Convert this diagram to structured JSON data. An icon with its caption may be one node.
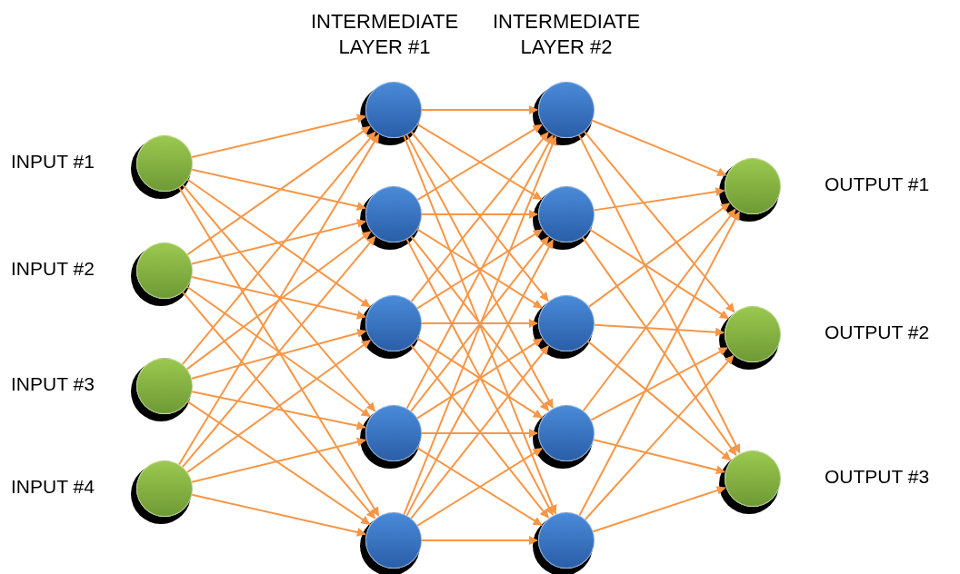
{
  "diagram": {
    "nodes": [
      {
        "text": [],
        "shape": "circle",
        "beside": [
          "INPUT #1"
        ]
      },
      {
        "text": [],
        "shape": "circle",
        "beside": [
          "INPUT #2"
        ]
      },
      {
        "text": [],
        "shape": "circle",
        "beside": [
          "INPUT #3"
        ]
      },
      {
        "text": [],
        "shape": "circle",
        "beside": [
          "INPUT #4"
        ]
      },
      {
        "text": [],
        "shape": "circle"
      },
      {
        "text": [],
        "shape": "circle"
      },
      {
        "text": [],
        "shape": "circle"
      },
      {
        "text": [],
        "shape": "circle"
      },
      {
        "text": [],
        "shape": "circle"
      },
      {
        "text": [],
        "shape": "circle"
      },
      {
        "text": [],
        "shape": "circle"
      },
      {
        "text": [],
        "shape": "circle"
      },
      {
        "text": [],
        "shape": "circle"
      },
      {
        "text": [],
        "shape": "circle"
      },
      {
        "text": [],
        "shape": "circle",
        "beside": [
          "OUTPUT #1"
        ]
      },
      {
        "text": [],
        "shape": "circle",
        "beside": [
          "OUTPUT #2"
        ]
      },
      {
        "text": [],
        "shape": "circle",
        "beside": [
          "OUTPUT #3"
        ]
      }
    ],
    "edges": [
      {
        "from": 0,
        "to": 4,
        "arrow": "to"
      },
      {
        "from": 0,
        "to": 5,
        "arrow": "to"
      },
      {
        "from": 0,
        "to": 6,
        "arrow": "to"
      },
      {
        "from": 0,
        "to": 7,
        "arrow": "to"
      },
      {
        "from": 0,
        "to": 8,
        "arrow": "to"
      },
      {
        "from": 1,
        "to": 4,
        "arrow": "to"
      },
      {
        "from": 1,
        "to": 5,
        "arrow": "to"
      },
      {
        "from": 1,
        "to": 6,
        "arrow": "to"
      },
      {
        "from": 1,
        "to": 7,
        "arrow": "to"
      },
      {
        "from": 1,
        "to": 8,
        "arrow": "to"
      },
      {
        "from": 2,
        "to": 4,
        "arrow": "to"
      },
      {
        "from": 2,
        "to": 5,
        "arrow": "to"
      },
      {
        "from": 2,
        "to": 6,
        "arrow": "to"
      },
      {
        "from": 2,
        "to": 7,
        "arrow": "to"
      },
      {
        "from": 2,
        "to": 8,
        "arrow": "to"
      },
      {
        "from": 3,
        "to": 4,
        "arrow": "to"
      },
      {
        "from": 3,
        "to": 5,
        "arrow": "to"
      },
      {
        "from": 3,
        "to": 6,
        "arrow": "to"
      },
      {
        "from": 3,
        "to": 7,
        "arrow": "to"
      },
      {
        "from": 3,
        "to": 8,
        "arrow": "to"
      },
      {
        "from": 4,
        "to": 9,
        "arrow": "to"
      },
      {
        "from": 4,
        "to": 10,
        "arrow": "to"
      },
      {
        "from": 4,
        "to": 11,
        "arrow": "to"
      },
      {
        "from": 4,
        "to": 12,
        "arrow": "to"
      },
      {
        "from": 4,
        "to": 13,
        "arrow": "to"
      },
      {
        "from": 5,
        "to": 9,
        "arrow": "to"
      },
      {
        "from": 5,
        "to": 10,
        "arrow": "to"
      },
      {
        "from": 5,
        "to": 11,
        "arrow": "to"
      },
      {
        "from": 5,
        "to": 12,
        "arrow": "to"
      },
      {
        "from": 5,
        "to": 13,
        "arrow": "to"
      },
      {
        "from": 6,
        "to": 9,
        "arrow": "to"
      },
      {
        "from": 6,
        "to": 10,
        "arrow": "to"
      },
      {
        "from": 6,
        "to": 11,
        "arrow": "to"
      },
      {
        "from": 6,
        "to": 12,
        "arrow": "to"
      },
      {
        "from": 6,
        "to": 13,
        "arrow": "to"
      },
      {
        "from": 7,
        "to": 9,
        "arrow": "to"
      },
      {
        "from": 7,
        "to": 10,
        "arrow": "to"
      },
      {
        "from": 7,
        "to": 11,
        "arrow": "to"
      },
      {
        "from": 7,
        "to": 12,
        "arrow": "to"
      },
      {
        "from": 7,
        "to": 13,
        "arrow": "to"
      },
      {
        "from": 8,
        "to": 9,
        "arrow": "to"
      },
      {
        "from": 8,
        "to": 10,
        "arrow": "to"
      },
      {
        "from": 8,
        "to": 11,
        "arrow": "to"
      },
      {
        "from": 8,
        "to": 12,
        "arrow": "to"
      },
      {
        "from": 8,
        "to": 13,
        "arrow": "to"
      },
      {
        "from": 9,
        "to": 14,
        "arrow": "to"
      },
      {
        "from": 9,
        "to": 15,
        "arrow": "to"
      },
      {
        "from": 9,
        "to": 16,
        "arrow": "to"
      },
      {
        "from": 10,
        "to": 14,
        "arrow": "to"
      },
      {
        "from": 10,
        "to": 15,
        "arrow": "to"
      },
      {
        "from": 10,
        "to": 16,
        "arrow": "to"
      },
      {
        "from": 11,
        "to": 14,
        "arrow": "to"
      },
      {
        "from": 11,
        "to": 15,
        "arrow": "to"
      },
      {
        "from": 11,
        "to": 16,
        "arrow": "to"
      },
      {
        "from": 12,
        "to": 14,
        "arrow": "to"
      },
      {
        "from": 12,
        "to": 15,
        "arrow": "to"
      },
      {
        "from": 12,
        "to": 16,
        "arrow": "to"
      },
      {
        "from": 13,
        "to": 14,
        "arrow": "to"
      },
      {
        "from": 13,
        "to": 15,
        "arrow": "to"
      },
      {
        "from": 13,
        "to": 16,
        "arrow": "to"
      }
    ],
    "labels": [
      "INTERMEDIATE LAYER #1",
      "INTERMEDIATE LAYER #2"
    ]
  }
}
